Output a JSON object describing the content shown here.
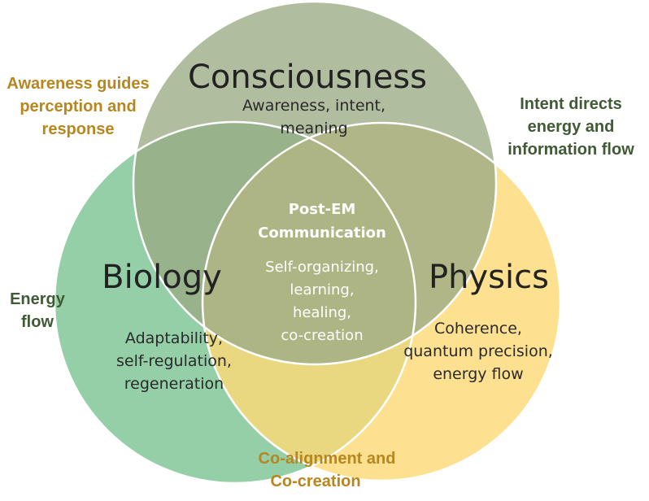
{
  "colors": {
    "consciousness": "#9aaa84",
    "biology": "#7dc494",
    "physics": "#fcd977",
    "center_fill": "#a7ab4e",
    "outline": "#ffffff",
    "side_gold": "#b8861e",
    "side_green": "#3f5a34"
  },
  "diagram": {
    "consciousness": {
      "title": "Consciousness",
      "lines": [
        "Awareness, intent,",
        "meaning"
      ]
    },
    "biology": {
      "title": "Biology",
      "lines": [
        "Adaptability,",
        "self-regulation,",
        "regeneration"
      ]
    },
    "physics": {
      "title": "Physics",
      "lines": [
        "Coherence,",
        "quantum precision,",
        "energy flow"
      ]
    },
    "center": {
      "title_lines": [
        "Post-EM",
        "Communication"
      ],
      "lines": [
        "Self-organizing,",
        "learning,",
        "healing,",
        "co-creation"
      ]
    }
  },
  "side_labels": {
    "awareness": {
      "lines": [
        "Awareness guides",
        "perception and",
        "response"
      ]
    },
    "intent": {
      "lines": [
        "Intent directs",
        "energy and",
        "information flow"
      ]
    },
    "energy": {
      "lines": [
        "Energy",
        "flow"
      ]
    },
    "coalignment": {
      "lines": [
        "Co-alignment and",
        "Co-creation"
      ]
    }
  }
}
